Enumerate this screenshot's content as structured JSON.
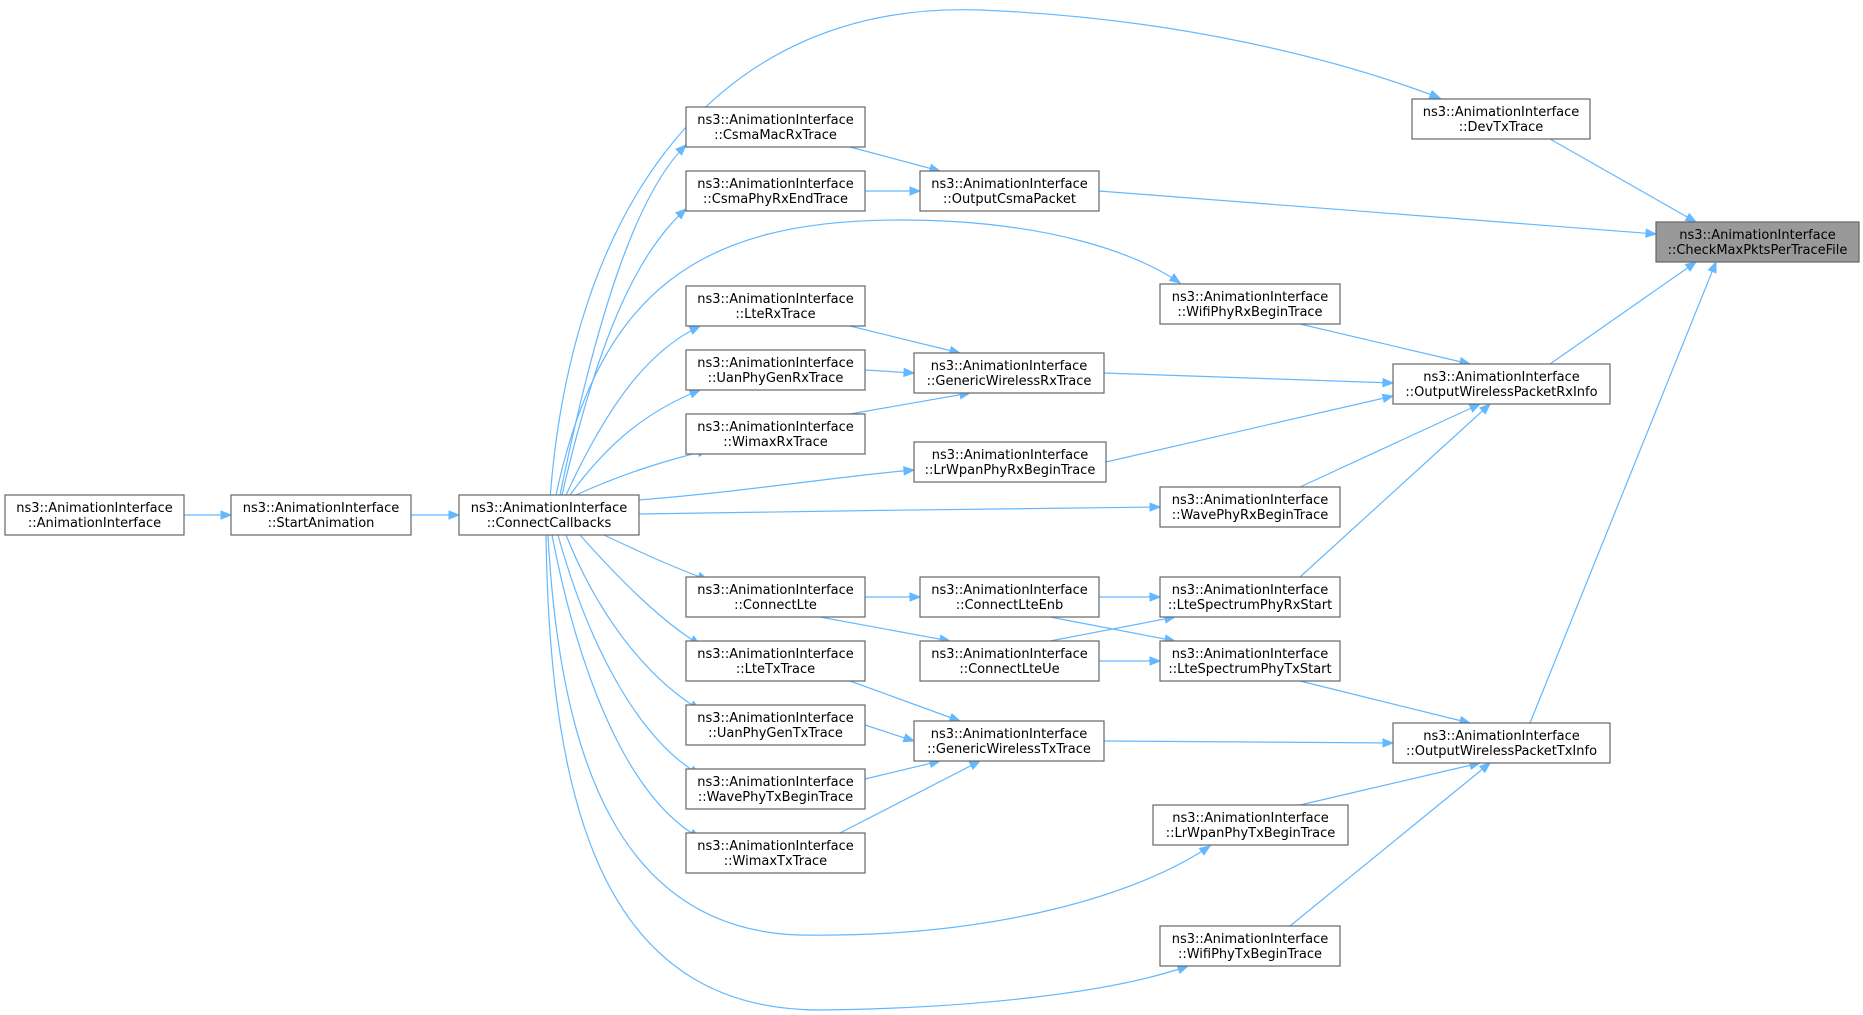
{
  "graph": {
    "type": "caller-graph",
    "colors": {
      "edge": "#63b8ff",
      "node_border": "#666666",
      "node_fill": "#ffffff",
      "root_fill": "#999999"
    },
    "nodes": [
      {
        "id": "root",
        "line1": "ns3::AnimationInterface",
        "line2": "::CheckMaxPktsPerTraceFile",
        "highlight": true
      },
      {
        "id": "devtx",
        "line1": "ns3::AnimationInterface",
        "line2": "::DevTxTrace"
      },
      {
        "id": "outcsma",
        "line1": "ns3::AnimationInterface",
        "line2": "::OutputCsmaPacket"
      },
      {
        "id": "outrx",
        "line1": "ns3::AnimationInterface",
        "line2": "::OutputWirelessPacketRxInfo"
      },
      {
        "id": "outtx",
        "line1": "ns3::AnimationInterface",
        "line2": "::OutputWirelessPacketTxInfo"
      },
      {
        "id": "csmamac",
        "line1": "ns3::AnimationInterface",
        "line2": "::CsmaMacRxTrace"
      },
      {
        "id": "csmaphy",
        "line1": "ns3::AnimationInterface",
        "line2": "::CsmaPhyRxEndTrace"
      },
      {
        "id": "wifirx",
        "line1": "ns3::AnimationInterface",
        "line2": "::WifiPhyRxBeginTrace"
      },
      {
        "id": "genrx",
        "line1": "ns3::AnimationInterface",
        "line2": "::GenericWirelessRxTrace"
      },
      {
        "id": "lwrx",
        "line1": "ns3::AnimationInterface",
        "line2": "::LrWpanPhyRxBeginTrace"
      },
      {
        "id": "waverx",
        "line1": "ns3::AnimationInterface",
        "line2": "::WavePhyRxBeginTrace"
      },
      {
        "id": "ltesrx",
        "line1": "ns3::AnimationInterface",
        "line2": "::LteSpectrumPhyRxStart"
      },
      {
        "id": "ltestx",
        "line1": "ns3::AnimationInterface",
        "line2": "::LteSpectrumPhyTxStart"
      },
      {
        "id": "gentx",
        "line1": "ns3::AnimationInterface",
        "line2": "::GenericWirelessTxTrace"
      },
      {
        "id": "lwtx",
        "line1": "ns3::AnimationInterface",
        "line2": "::LrWpanPhyTxBeginTrace"
      },
      {
        "id": "wifitx",
        "line1": "ns3::AnimationInterface",
        "line2": "::WifiPhyTxBeginTrace"
      },
      {
        "id": "lterx",
        "line1": "ns3::AnimationInterface",
        "line2": "::LteRxTrace"
      },
      {
        "id": "uanrx",
        "line1": "ns3::AnimationInterface",
        "line2": "::UanPhyGenRxTrace"
      },
      {
        "id": "wimaxrx",
        "line1": "ns3::AnimationInterface",
        "line2": "::WimaxRxTrace"
      },
      {
        "id": "connlte",
        "line1": "ns3::AnimationInterface",
        "line2": "::ConnectLte"
      },
      {
        "id": "connenb",
        "line1": "ns3::AnimationInterface",
        "line2": "::ConnectLteEnb"
      },
      {
        "id": "connue",
        "line1": "ns3::AnimationInterface",
        "line2": "::ConnectLteUe"
      },
      {
        "id": "ltetx",
        "line1": "ns3::AnimationInterface",
        "line2": "::LteTxTrace"
      },
      {
        "id": "uantx",
        "line1": "ns3::AnimationInterface",
        "line2": "::UanPhyGenTxTrace"
      },
      {
        "id": "wavetx",
        "line1": "ns3::AnimationInterface",
        "line2": "::WavePhyTxBeginTrace"
      },
      {
        "id": "wimaxtx",
        "line1": "ns3::AnimationInterface",
        "line2": "::WimaxTxTrace"
      },
      {
        "id": "cc",
        "line1": "ns3::AnimationInterface",
        "line2": "::ConnectCallbacks"
      },
      {
        "id": "start",
        "line1": "ns3::AnimationInterface",
        "line2": "::StartAnimation"
      },
      {
        "id": "ctor",
        "line1": "ns3::AnimationInterface",
        "line2": "::AnimationInterface"
      }
    ],
    "edges": [
      {
        "from": "devtx",
        "to": "root"
      },
      {
        "from": "outcsma",
        "to": "root"
      },
      {
        "from": "outrx",
        "to": "root"
      },
      {
        "from": "outtx",
        "to": "root"
      },
      {
        "from": "cc",
        "to": "devtx"
      },
      {
        "from": "csmamac",
        "to": "outcsma"
      },
      {
        "from": "csmaphy",
        "to": "outcsma"
      },
      {
        "from": "wifirx",
        "to": "outrx"
      },
      {
        "from": "genrx",
        "to": "outrx"
      },
      {
        "from": "lwrx",
        "to": "outrx"
      },
      {
        "from": "waverx",
        "to": "outrx"
      },
      {
        "from": "ltesrx",
        "to": "outrx"
      },
      {
        "from": "ltestx",
        "to": "outtx"
      },
      {
        "from": "gentx",
        "to": "outtx"
      },
      {
        "from": "lwtx",
        "to": "outtx"
      },
      {
        "from": "wifitx",
        "to": "outtx"
      },
      {
        "from": "cc",
        "to": "csmamac"
      },
      {
        "from": "cc",
        "to": "csmaphy"
      },
      {
        "from": "cc",
        "to": "wifirx"
      },
      {
        "from": "lterx",
        "to": "genrx"
      },
      {
        "from": "uanrx",
        "to": "genrx"
      },
      {
        "from": "wimaxrx",
        "to": "genrx"
      },
      {
        "from": "cc",
        "to": "lwrx"
      },
      {
        "from": "cc",
        "to": "waverx"
      },
      {
        "from": "connenb",
        "to": "ltesrx"
      },
      {
        "from": "connue",
        "to": "ltesrx"
      },
      {
        "from": "connenb",
        "to": "ltestx"
      },
      {
        "from": "connue",
        "to": "ltestx"
      },
      {
        "from": "ltetx",
        "to": "gentx"
      },
      {
        "from": "uantx",
        "to": "gentx"
      },
      {
        "from": "wavetx",
        "to": "gentx"
      },
      {
        "from": "wimaxtx",
        "to": "gentx"
      },
      {
        "from": "cc",
        "to": "lwtx"
      },
      {
        "from": "cc",
        "to": "wifitx"
      },
      {
        "from": "cc",
        "to": "lterx"
      },
      {
        "from": "cc",
        "to": "uanrx"
      },
      {
        "from": "cc",
        "to": "wimaxrx"
      },
      {
        "from": "cc",
        "to": "connlte"
      },
      {
        "from": "connlte",
        "to": "connenb"
      },
      {
        "from": "connlte",
        "to": "connue"
      },
      {
        "from": "cc",
        "to": "ltetx"
      },
      {
        "from": "cc",
        "to": "uantx"
      },
      {
        "from": "cc",
        "to": "wavetx"
      },
      {
        "from": "cc",
        "to": "wimaxtx"
      },
      {
        "from": "start",
        "to": "cc"
      },
      {
        "from": "ctor",
        "to": "start"
      }
    ]
  }
}
